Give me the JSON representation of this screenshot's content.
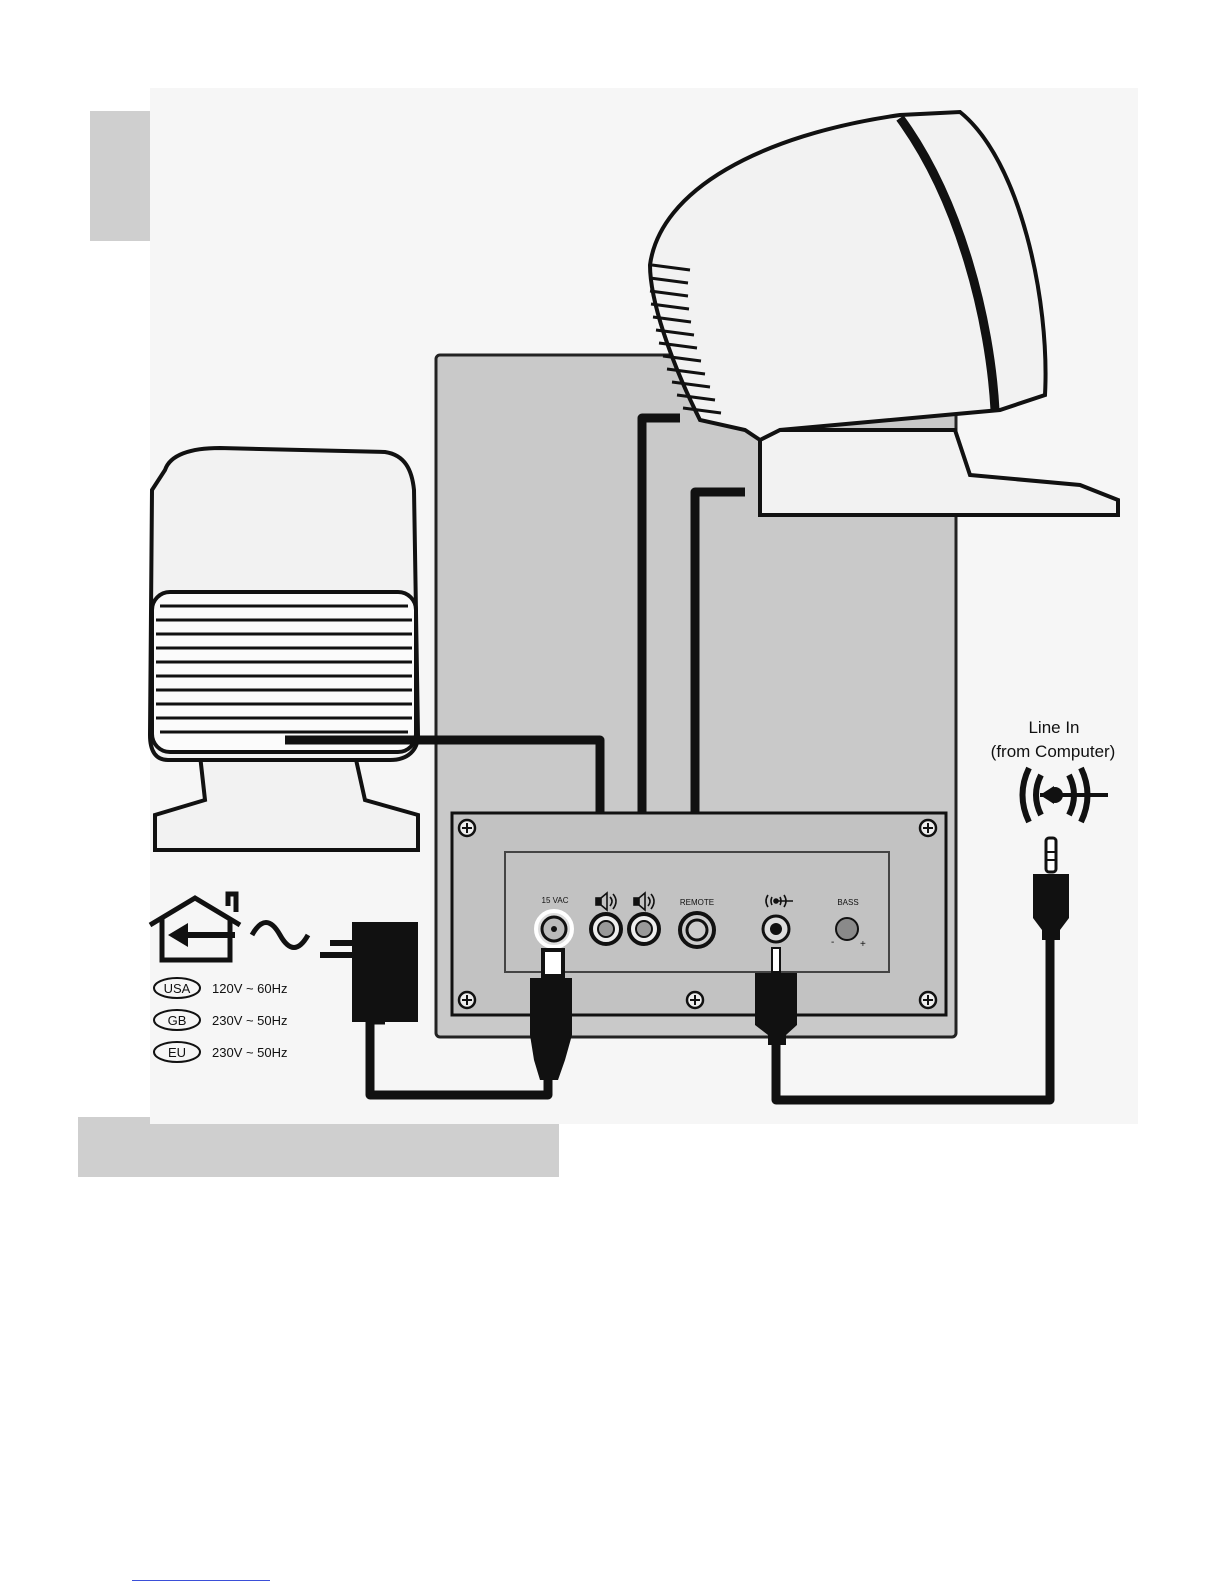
{
  "line_in": {
    "title": "Line In",
    "subtitle": "(from Computer)"
  },
  "panel": {
    "power_jack": "15 VAC",
    "remote": "REMOTE",
    "bass": "BASS",
    "bass_minus": "-",
    "bass_plus": "+"
  },
  "voltages": [
    {
      "region": "USA",
      "spec": "120V ~ 60Hz"
    },
    {
      "region": "GB",
      "spec": "230V ~ 50Hz"
    },
    {
      "region": "EU",
      "spec": "230V ~ 50Hz"
    }
  ],
  "icons": [
    "house-power-icon",
    "ac-wave-icon",
    "speaker-left-icon",
    "speaker-right-icon",
    "line-in-icon",
    "sound-wave-icon"
  ]
}
